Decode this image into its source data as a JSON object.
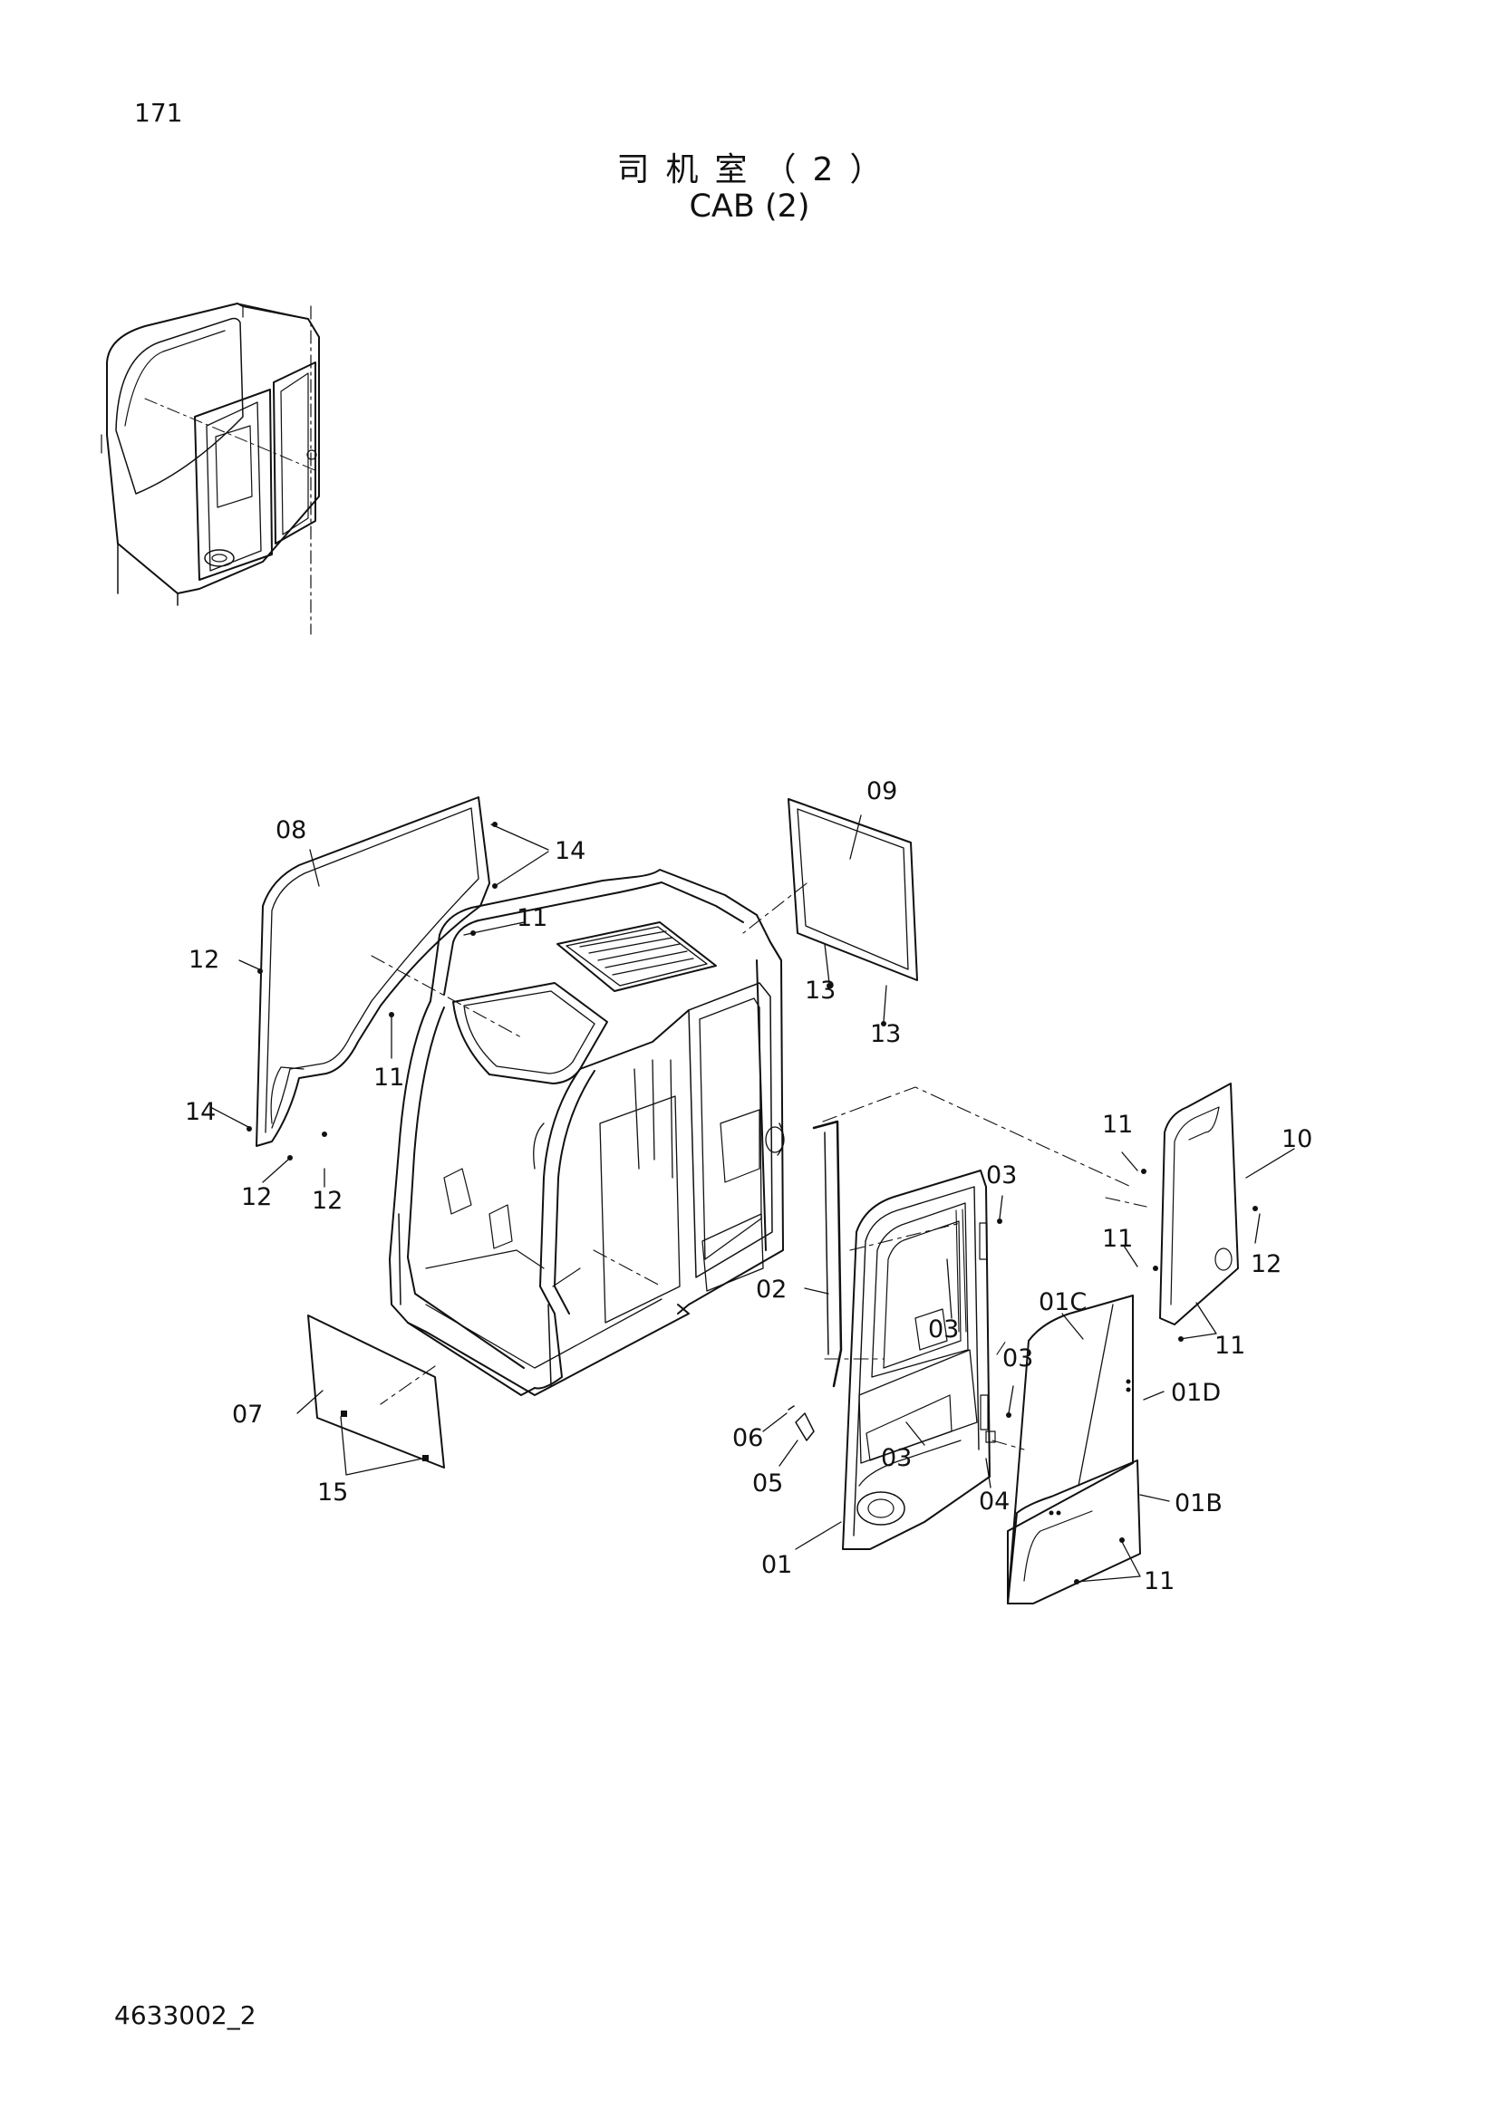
{
  "header": {
    "page_number": "171",
    "title_cn": "司机室（2）",
    "title_en": "CAB (2)"
  },
  "footer": {
    "doc_code": "4633002_2"
  },
  "diagram": {
    "callouts": [
      "08",
      "14",
      "11",
      "12",
      "11",
      "14",
      "12",
      "12",
      "09",
      "13",
      "13",
      "10",
      "11",
      "12",
      "11",
      "11",
      "03",
      "03",
      "03",
      "03",
      "02",
      "01C",
      "01D",
      "01B",
      "11",
      "07",
      "15",
      "06",
      "05",
      "04",
      "01"
    ]
  }
}
